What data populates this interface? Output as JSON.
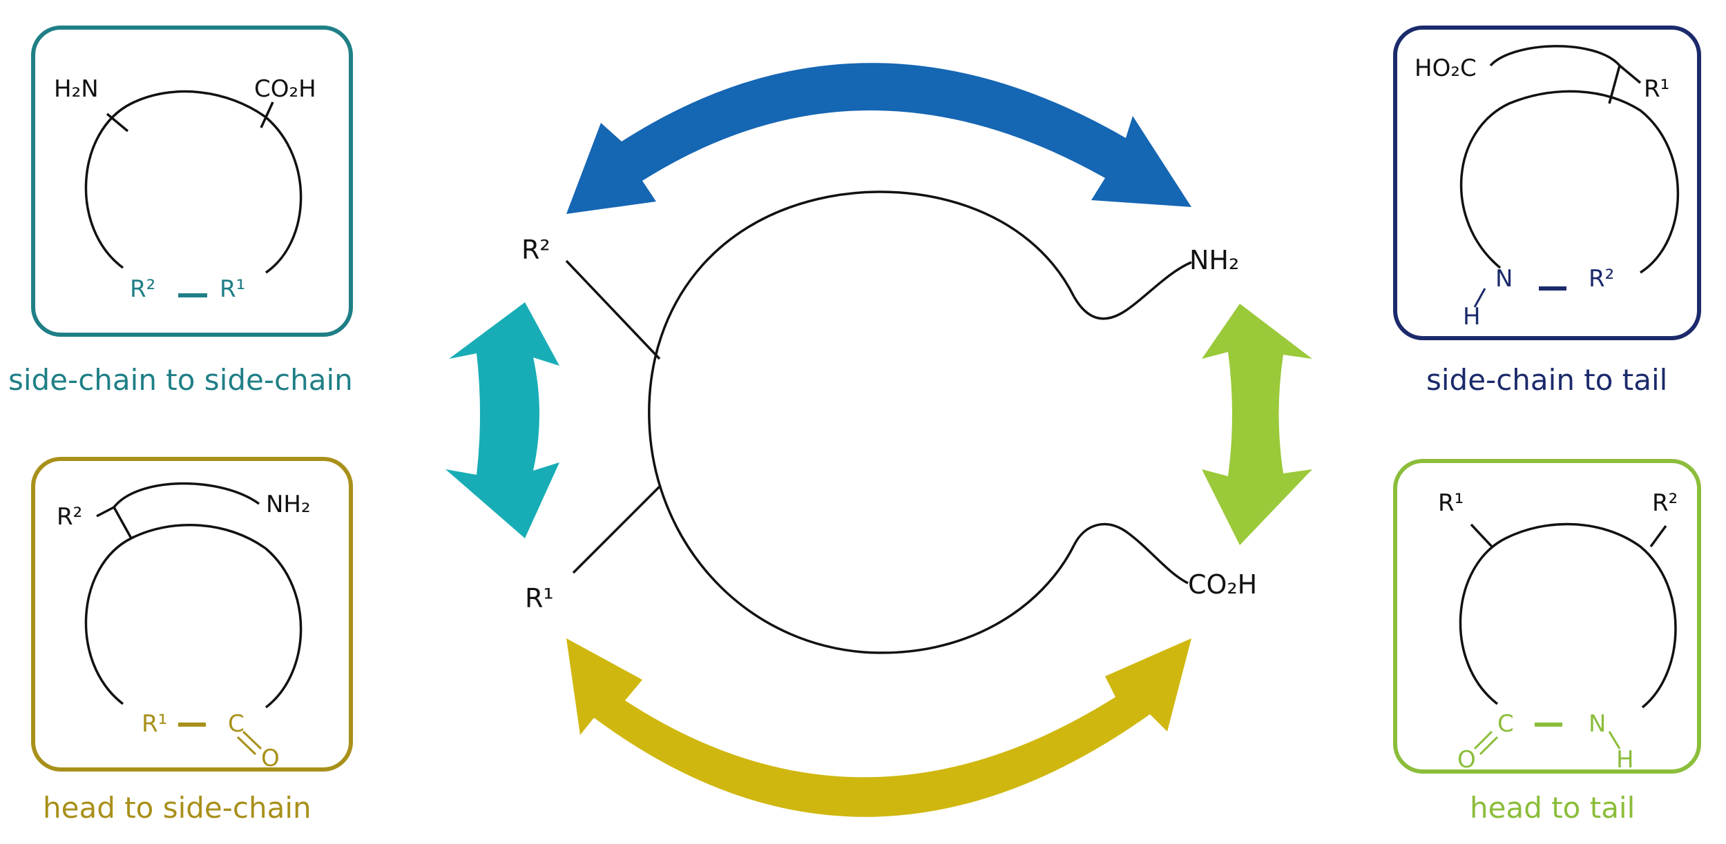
{
  "colors": {
    "teal": "#1f7f86",
    "navy": "#1b2a6b",
    "olive": "#a8901a",
    "green": "#8bbd3a",
    "arrow_blue": "#1566b3",
    "arrow_teal": "#18adb6",
    "arrow_green": "#9ac93a",
    "arrow_yellow": "#cfb70f",
    "line": "#111111"
  },
  "center": {
    "labels": {
      "r2": "R²",
      "r1": "R¹",
      "nh2": "NH₂",
      "co2h": "CO₂H"
    }
  },
  "arrows": [
    {
      "name": "side-chain-to-tail-arrow",
      "color": "arrow_blue",
      "icon": "double-headed-curved-arrow"
    },
    {
      "name": "side-chain-to-side-chain-arrow",
      "color": "arrow_teal",
      "icon": "double-headed-vertical-arrow"
    },
    {
      "name": "head-to-side-chain-arrow",
      "color": "arrow_yellow",
      "icon": "double-headed-curved-arrow"
    },
    {
      "name": "head-to-tail-arrow",
      "color": "arrow_green",
      "icon": "double-headed-vertical-arrow"
    }
  ],
  "panels": {
    "side_chain_to_side_chain": {
      "caption": "side-chain to side-chain",
      "nh2": "H₂N",
      "co2h": "CO₂H",
      "r2": "R²",
      "r1": "R¹"
    },
    "side_chain_to_tail": {
      "caption": "side-chain to tail",
      "ho2c": "HO₂C",
      "r1": "R¹",
      "n": "N",
      "h": "H",
      "r2": "R²"
    },
    "head_to_side_chain": {
      "caption": "head to side-chain",
      "r2": "R²",
      "nh2": "NH₂",
      "r1": "R¹",
      "c": "C",
      "o": "O"
    },
    "head_to_tail": {
      "caption": "head to tail",
      "r1": "R¹",
      "r2": "R²",
      "c": "C",
      "o": "O",
      "n": "N",
      "h": "H"
    }
  }
}
